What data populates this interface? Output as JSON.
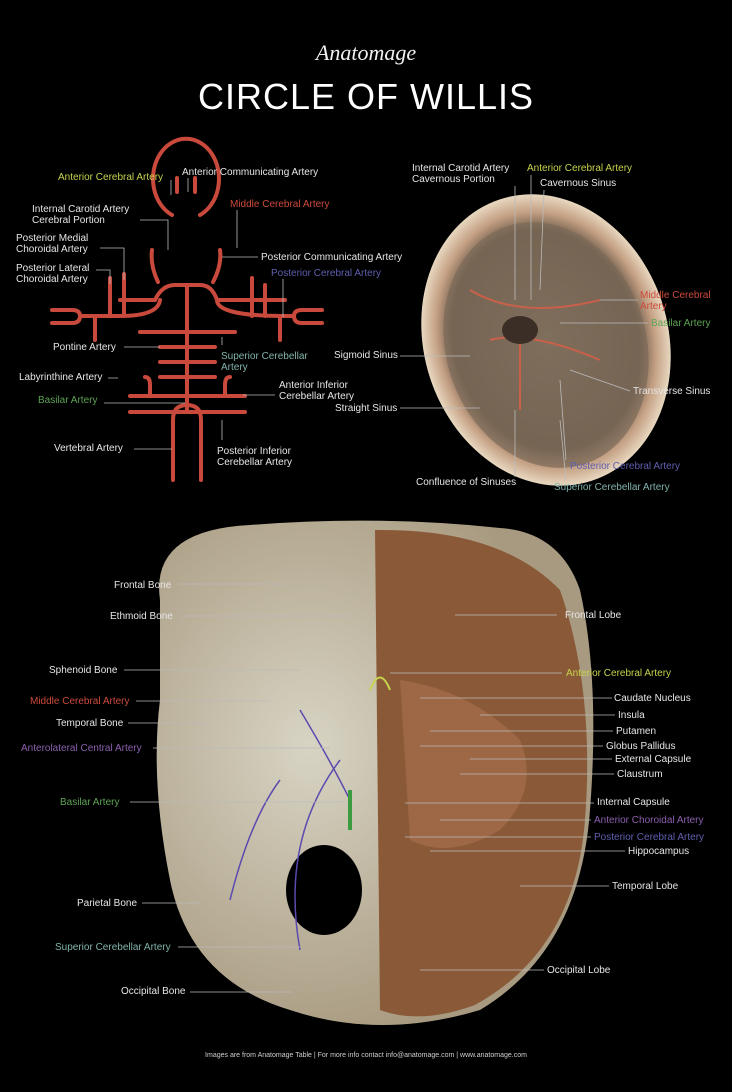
{
  "logo": "Anatomage",
  "title": "CIRCLE OF WILLIS",
  "colors": {
    "artery": "#c94a3c",
    "label": "#e6e6e6",
    "anterior_cerebral": "#c6d44c",
    "middle_cerebral": "#cc4a3c",
    "posterior_cerebral": "#5f5fb0",
    "superior_cerebellar": "#7fb3ab",
    "basilar": "#5ea355",
    "choroidal": "#8c5fae"
  },
  "diagram": {
    "labels": [
      "Anterior Cerebral Artery",
      "Anterior Communicating Artery",
      "Internal Carotid Artery\nCerebral Portion",
      "Middle Cerebral Artery",
      "Posterior Medial\nChoroidal Artery",
      "Posterior Communicating Artery",
      "Posterior Cerebral Artery",
      "Posterior Lateral\nChoroidal Artery",
      "Pontine Artery",
      "Superior Cerebellar\nArtery",
      "Labyrinthine Artery",
      "Anterior Inferior\nCerebellar Artery",
      "Basilar Artery",
      "Vertebral Artery",
      "Posterior Inferior\nCerebellar Artery"
    ]
  },
  "skull": {
    "labels": [
      "Internal Carotid Artery\nCavernous Portion",
      "Anterior Cerebral Artery",
      "Cavernous Sinus",
      "Middle Cerebral\nArtery",
      "Basilar Artery",
      "Sigmoid Sinus",
      "Transverse Sinus",
      "Straight Sinus",
      "Posterior Cerebral Artery",
      "Confluence of Sinuses",
      "Superior Cerebellar Artery"
    ]
  },
  "brain": {
    "left_labels": [
      "Frontal Bone",
      "Ethmoid Bone",
      "Sphenoid Bone",
      "Middle Cerebral Artery",
      "Temporal Bone",
      "Anterolateral Central Artery",
      "Basilar Artery",
      "Parietal Bone",
      "Superior Cerebellar Artery",
      "Occipital Bone"
    ],
    "right_labels": [
      "Frontal Lobe",
      "Anterior Cerebral Artery",
      "Caudate Nucleus",
      "Insula",
      "Putamen",
      "Globus Pallidus",
      "External Capsule",
      "Claustrum",
      "Internal Capsule",
      "Anterior Choroidal Artery",
      "Posterior Cerebral Artery",
      "Hippocampus",
      "Temporal Lobe",
      "Occipital Lobe"
    ]
  },
  "footer": "Images are from Anatomage Table  |  For more info contact info@anatomage.com  |  www.anatomage.com"
}
